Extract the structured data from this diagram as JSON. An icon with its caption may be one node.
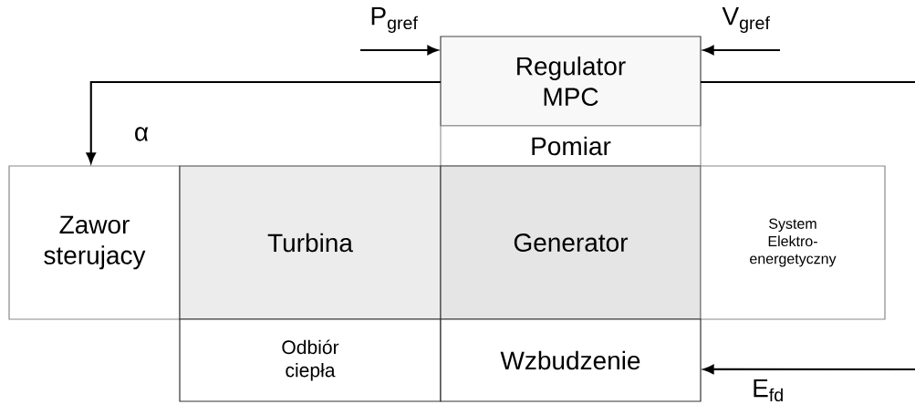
{
  "diagram": {
    "nodes": [
      {
        "text": [
          "Regulator MPC"
        ]
      },
      {
        "text": [
          "Pomiar"
        ]
      },
      {
        "text": [
          "Zawor sterujacy"
        ]
      },
      {
        "text": [
          "Turbina"
        ]
      },
      {
        "text": [
          "Generator"
        ]
      },
      {
        "text": [
          "System Elektro-energetyczny"
        ]
      },
      {
        "text": [
          "Odbiór ciepła"
        ]
      },
      {
        "text": [
          "Wzbudzenie"
        ]
      }
    ],
    "edges": [
      {
        "from": null,
        "to": 0,
        "arrow": "to",
        "label": "P$_{gref}$"
      },
      {
        "from": null,
        "to": 0,
        "arrow": "to",
        "label": "V$_{gref}$"
      },
      {
        "from": 0,
        "to": 2,
        "arrow": "to",
        "label": "α"
      },
      {
        "from": 0,
        "to": null,
        "arrow": "none"
      },
      {
        "from": null,
        "to": 7,
        "arrow": "to",
        "label": "E$_{fd}$"
      }
    ]
  }
}
